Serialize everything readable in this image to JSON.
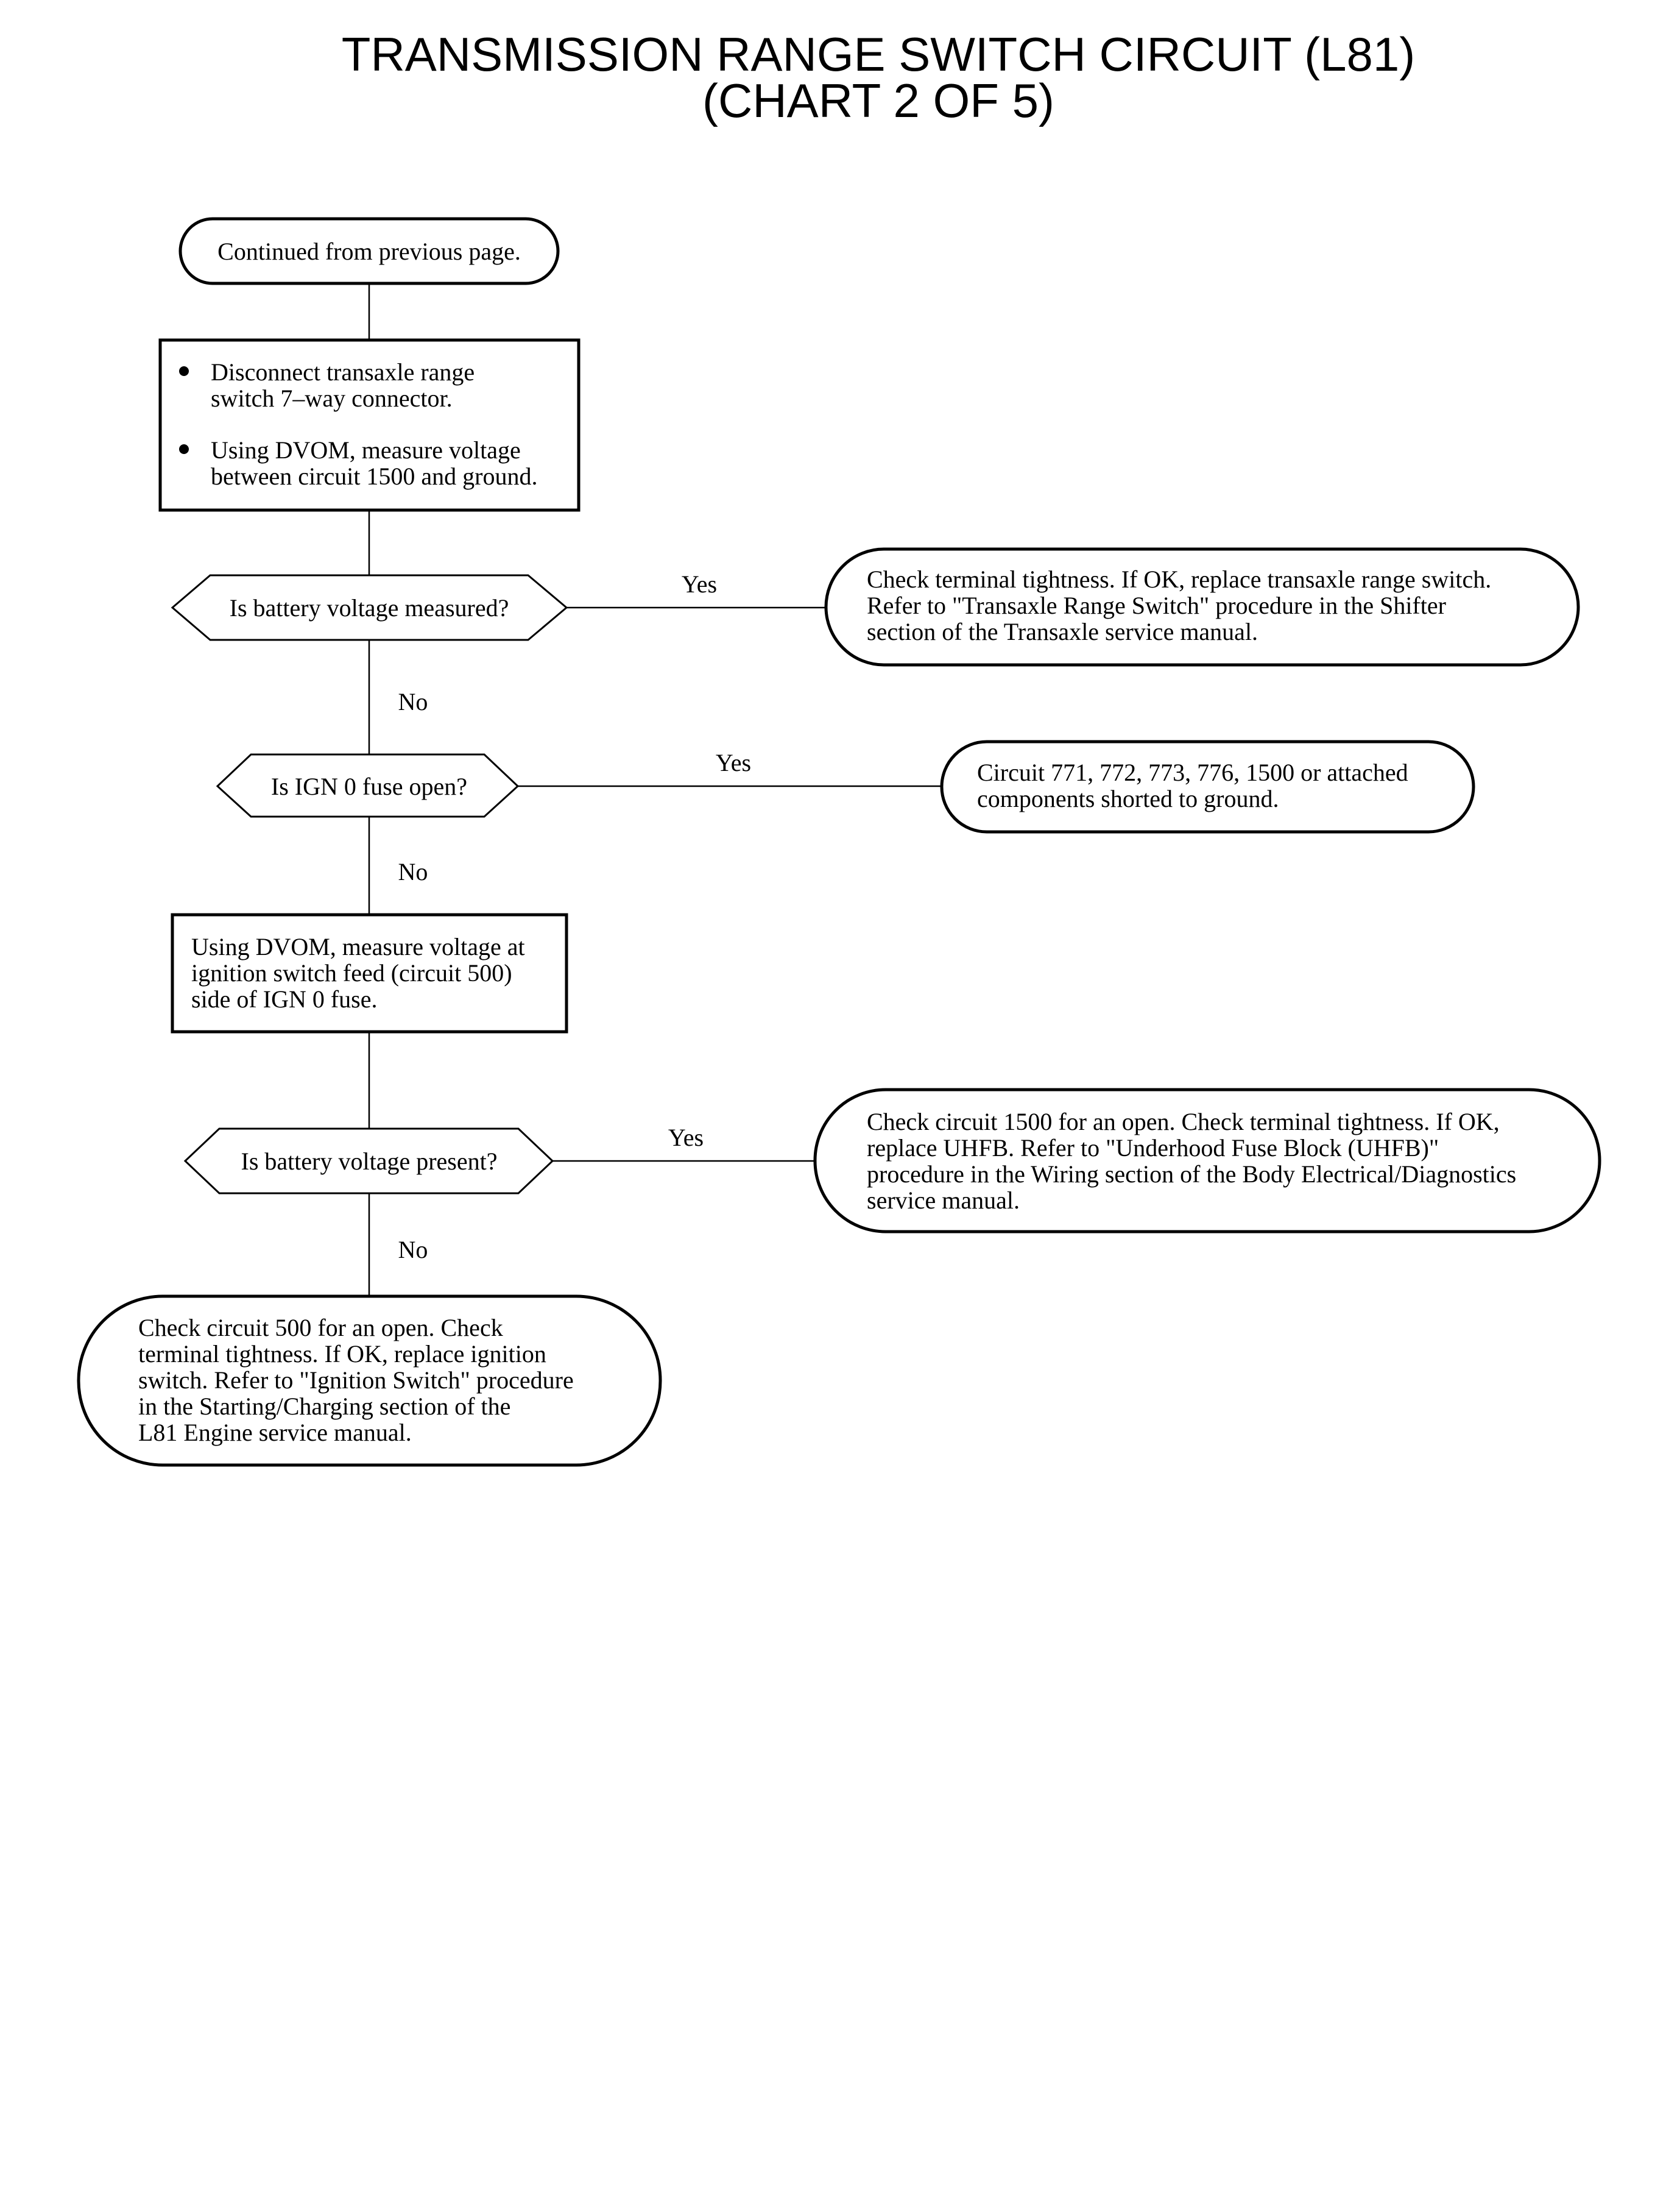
{
  "title": {
    "line1": "TRANSMISSION RANGE SWITCH CIRCUIT (L81)",
    "line2": "(CHART 2 OF 5)"
  },
  "colors": {
    "ink": "#000000",
    "paper": "#ffffff"
  },
  "nodes": {
    "start": {
      "lines": [
        "Continued from previous page."
      ]
    },
    "step1": {
      "bullets": [
        [
          "Disconnect transaxle range",
          "switch 7–way connector."
        ],
        [
          "Using DVOM, measure voltage",
          "between circuit 1500 and ground."
        ]
      ]
    },
    "decision1": {
      "lines": [
        "Is battery voltage measured?"
      ]
    },
    "result1": {
      "lines": [
        "Check terminal tightness. If OK, replace transaxle range switch.",
        "Refer to \"Transaxle Range Switch\" procedure in the Shifter",
        "section of the Transaxle service manual."
      ]
    },
    "decision2": {
      "lines": [
        "Is IGN 0 fuse open?"
      ]
    },
    "result2": {
      "lines": [
        "Circuit 771, 772, 773, 776, 1500 or attached",
        "components shorted to ground."
      ]
    },
    "step2": {
      "lines": [
        "Using DVOM, measure voltage at",
        "ignition switch feed (circuit 500)",
        "side of IGN 0 fuse."
      ]
    },
    "decision3": {
      "lines": [
        "Is battery voltage present?"
      ]
    },
    "result3": {
      "lines": [
        "Check circuit 1500 for an open. Check terminal tightness. If OK,",
        "replace UHFB. Refer to \"Underhood Fuse Block (UHFB)\"",
        "procedure in the Wiring section of the Body Electrical/Diagnostics",
        "service manual."
      ]
    },
    "result4": {
      "lines": [
        "Check circuit 500 for an open. Check",
        "terminal tightness. If OK, replace ignition",
        "switch. Refer to \"Ignition Switch\" procedure",
        "in the Starting/Charging section of the",
        "L81 Engine service manual."
      ]
    }
  },
  "edge_labels": {
    "d1_yes": "Yes",
    "d1_no": "No",
    "d2_yes": "Yes",
    "d2_no": "No",
    "d3_yes": "Yes",
    "d3_no": "No"
  }
}
